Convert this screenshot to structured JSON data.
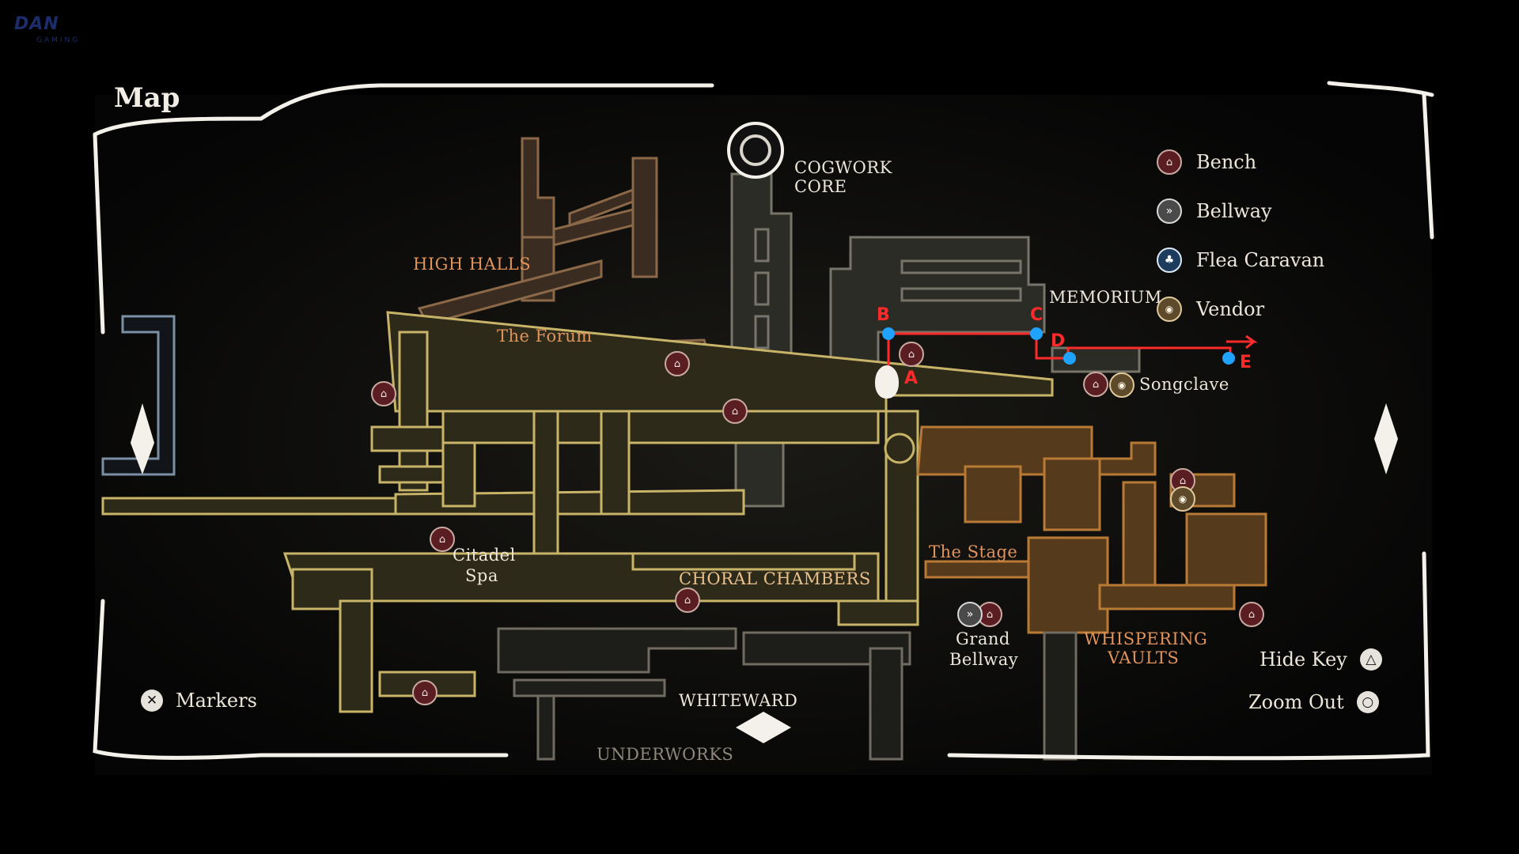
{
  "screen": {
    "title": "Map"
  },
  "watermark": {
    "brand": "DAN",
    "sub": "GAMING"
  },
  "regions": {
    "cogwork_core_line1": "COGWORK",
    "cogwork_core_line2": "CORE",
    "high_halls": "HIGH HALLS",
    "the_forum": "The Forum",
    "memorium": "MEMORIUM",
    "songclave": "Songclave",
    "citadel_spa_line1": "Citadel",
    "citadel_spa_line2": "Spa",
    "choral_chambers": "CHORAL CHAMBERS",
    "the_stage": "The Stage",
    "grand_bellway_line1": "Grand",
    "grand_bellway_line2": "Bellway",
    "whispering_vaults_line1": "WHISPERING",
    "whispering_vaults_line2": "VAULTS",
    "whiteward": "WHITEWARD",
    "underworks": "UNDERWORKS"
  },
  "key": {
    "items": [
      {
        "label": "Bench",
        "icon": "bench-icon"
      },
      {
        "label": "Bellway",
        "icon": "bellway-icon"
      },
      {
        "label": "Flea Caravan",
        "icon": "flea-caravan-icon"
      },
      {
        "label": "Vendor",
        "icon": "vendor-icon"
      }
    ]
  },
  "controls": {
    "markers": {
      "label": "Markers",
      "glyph": "✕"
    },
    "hide_key": {
      "label": "Hide Key",
      "glyph": "△"
    },
    "zoom_out": {
      "label": "Zoom Out",
      "glyph": "○"
    }
  },
  "route": {
    "letters": [
      "A",
      "B",
      "C",
      "D",
      "E"
    ],
    "color": "#ff2a2a",
    "node_color": "#1fa3ff"
  },
  "colors": {
    "map_yellow": "#c8b468",
    "map_orange": "#b97a35",
    "map_grey": "#6f6b60",
    "frame_white": "#f4f1ea"
  }
}
